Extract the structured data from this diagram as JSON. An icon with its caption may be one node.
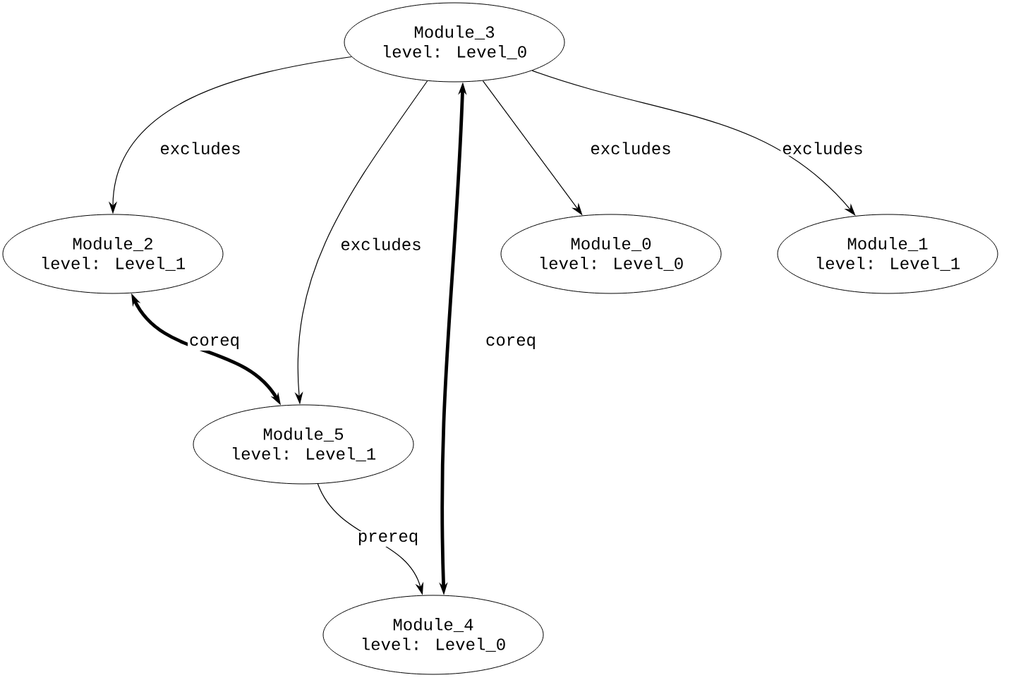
{
  "diagram": {
    "nodes": [
      {
        "text": [
          "Module_3",
          "level: Level_0"
        ]
      },
      {
        "text": [
          "Module_2",
          "level: Level_1"
        ]
      },
      {
        "text": [
          "Module_5",
          "level: Level_1"
        ]
      },
      {
        "text": [
          "Module_0",
          "level: Level_0"
        ]
      },
      {
        "text": [
          "Module_1",
          "level: Level_1"
        ]
      },
      {
        "text": [
          "Module_4",
          "level: Level_0"
        ]
      }
    ],
    "edges": [
      {
        "from": 0,
        "to": 1,
        "arrow": "to",
        "label": "excludes"
      },
      {
        "from": 0,
        "to": 2,
        "arrow": "to",
        "label": "excludes"
      },
      {
        "from": 0,
        "to": 3,
        "arrow": "to",
        "label": "excludes"
      },
      {
        "from": 0,
        "to": 4,
        "arrow": "to",
        "label": "excludes"
      },
      {
        "from": 1,
        "to": 2,
        "arrow": "both",
        "label": "coreq",
        "style": "thick"
      },
      {
        "from": 2,
        "to": 5,
        "arrow": "to",
        "label": "prereq"
      },
      {
        "from": 5,
        "to": 0,
        "arrow": "both",
        "label": "coreq",
        "style": "thick"
      }
    ]
  }
}
